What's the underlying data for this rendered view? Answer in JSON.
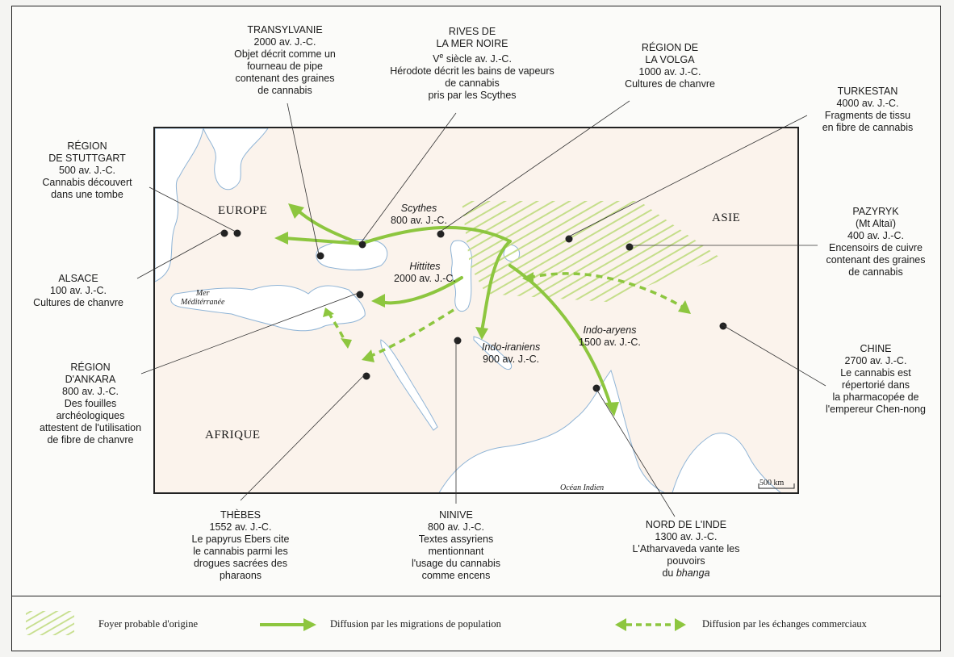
{
  "map": {
    "regions": {
      "europe": "EUROPE",
      "asie": "ASIE",
      "afrique": "AFRIQUE"
    },
    "seas": {
      "mediterranee_line1": "Mer",
      "mediterranee_line2": "Méditérranée",
      "ocean_indien": "Océan Indien"
    },
    "scale_label": "500 km",
    "routes": {
      "scythes": {
        "name": "Scythes",
        "date": "800 av. J.-C."
      },
      "hittites": {
        "name": "Hittites",
        "date": "2000 av. J.-C."
      },
      "indo_iraniens": {
        "name": "Indo-iraniens",
        "date": "900 av. J.-C."
      },
      "indo_aryens": {
        "name": "Indo-aryens",
        "date": "1500 av. J.-C."
      }
    }
  },
  "callouts": {
    "transylvanie": [
      "TRANSYLVANIE",
      "2000 av. J.-C.",
      "Objet décrit comme un",
      "fourneau de pipe",
      "contenant des graines",
      "de cannabis"
    ],
    "mer_noire": {
      "l1": "RIVES DE",
      "l2": "LA MER NOIRE",
      "l3_main": "V",
      "l3_sup": "e",
      "l3_rest": " siècle av. J.-C.",
      "l4": "Hérodote décrit les bains de vapeurs",
      "l5": "de cannabis",
      "l6": "pris par les Scythes"
    },
    "volga": [
      "RÉGION DE",
      "LA VOLGA",
      "1000 av. J.-C.",
      "Cultures de chanvre"
    ],
    "turkestan": [
      "TURKESTAN",
      "4000 av. J.-C.",
      "Fragments de tissu",
      "en fibre de cannabis"
    ],
    "stuttgart": [
      "RÉGION",
      "DE STUTTGART",
      "500 av. J.-C.",
      "Cannabis découvert",
      "dans une tombe"
    ],
    "pazyryk": [
      "PAZYRYK",
      "(Mt Altaï)",
      "400 av. J.-C.",
      "Encensoirs de cuivre",
      "contenant des graines",
      "de cannabis"
    ],
    "alsace": [
      "ALSACE",
      "100 av. J.-C.",
      "Cultures de chanvre"
    ],
    "chine": [
      "CHINE",
      "2700 av. J.-C.",
      "Le cannabis est",
      "répertorié dans",
      "la pharmacopée de",
      "l'empereur Chen-nong"
    ],
    "ankara": [
      "RÉGION",
      "D'ANKARA",
      "800 av. J.-C.",
      "Des fouilles",
      "archéologiques",
      "attestent de l'utilisation",
      "de fibre de chanvre"
    ],
    "thebes": [
      "THÈBES",
      "1552  av. J.-C.",
      "Le papyrus Ebers cite",
      "le cannabis parmi les",
      "drogues sacrées des",
      "pharaons"
    ],
    "ninive": [
      "NINIVE",
      "800 av. J.-C.",
      "Textes assyriens",
      "mentionnant",
      "l'usage du cannabis",
      "comme encens"
    ],
    "nord_inde": {
      "l1": "NORD DE L'INDE",
      "l2": "1300 av. J.-C.",
      "l3": "L'Atharvaveda vante les",
      "l4": "pouvoirs",
      "l5_pre": "du ",
      "l5_ital": "bhanga"
    }
  },
  "legend": {
    "origin": "Foyer probable d'origine",
    "migration": "Diffusion par les migrations de population",
    "trade": "Diffusion par les échanges commerciaux"
  },
  "colors": {
    "arrow_green": "#8dc63f",
    "hatch_green": "#c5de8a",
    "land": "#fbf3ec",
    "water": "#ffffff",
    "coast": "#8fb4d6"
  }
}
